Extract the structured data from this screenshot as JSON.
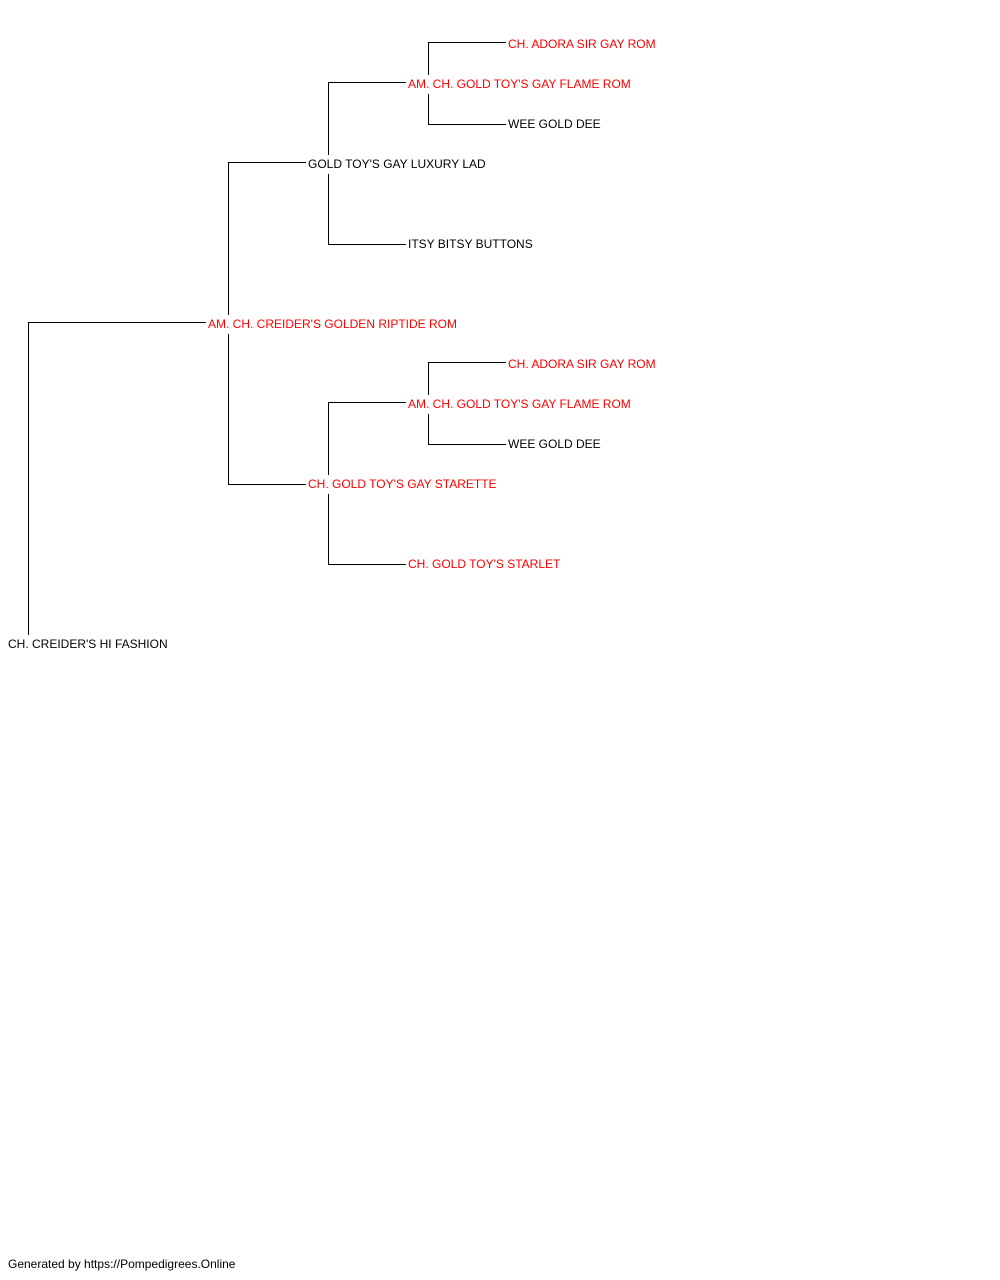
{
  "colors": {
    "champion": "#ff0000",
    "regular": "#000000",
    "connector": "#000000",
    "background": "#ffffff"
  },
  "pedigree": {
    "subject": {
      "name": "CH. CREIDER'S HI FASHION",
      "champion": false
    },
    "sire": {
      "name": "AM. CH. CREIDER'S GOLDEN RIPTIDE ROM",
      "champion": true
    },
    "sire_sire": {
      "name": "GOLD TOY'S GAY LUXURY LAD",
      "champion": false
    },
    "sire_sire_sire": {
      "name": "AM. CH. GOLD TOY'S GAY FLAME ROM",
      "champion": true
    },
    "sire_sire_sire_sire": {
      "name": "CH. ADORA SIR GAY ROM",
      "champion": true
    },
    "sire_sire_sire_dam": {
      "name": "WEE GOLD DEE",
      "champion": false
    },
    "sire_sire_dam": {
      "name": "ITSY BITSY BUTTONS",
      "champion": false
    },
    "sire_dam": {
      "name": "CH. GOLD TOY'S GAY STARETTE",
      "champion": true
    },
    "sire_dam_sire": {
      "name": "AM. CH. GOLD TOY'S GAY FLAME ROM",
      "champion": true
    },
    "sire_dam_sire_sire": {
      "name": "CH. ADORA SIR GAY ROM",
      "champion": true
    },
    "sire_dam_sire_dam": {
      "name": "WEE GOLD DEE",
      "champion": false
    },
    "sire_dam_dam": {
      "name": "CH. GOLD TOY'S STARLET",
      "champion": true
    }
  },
  "footer": "Generated by https://Pompedigrees.Online"
}
